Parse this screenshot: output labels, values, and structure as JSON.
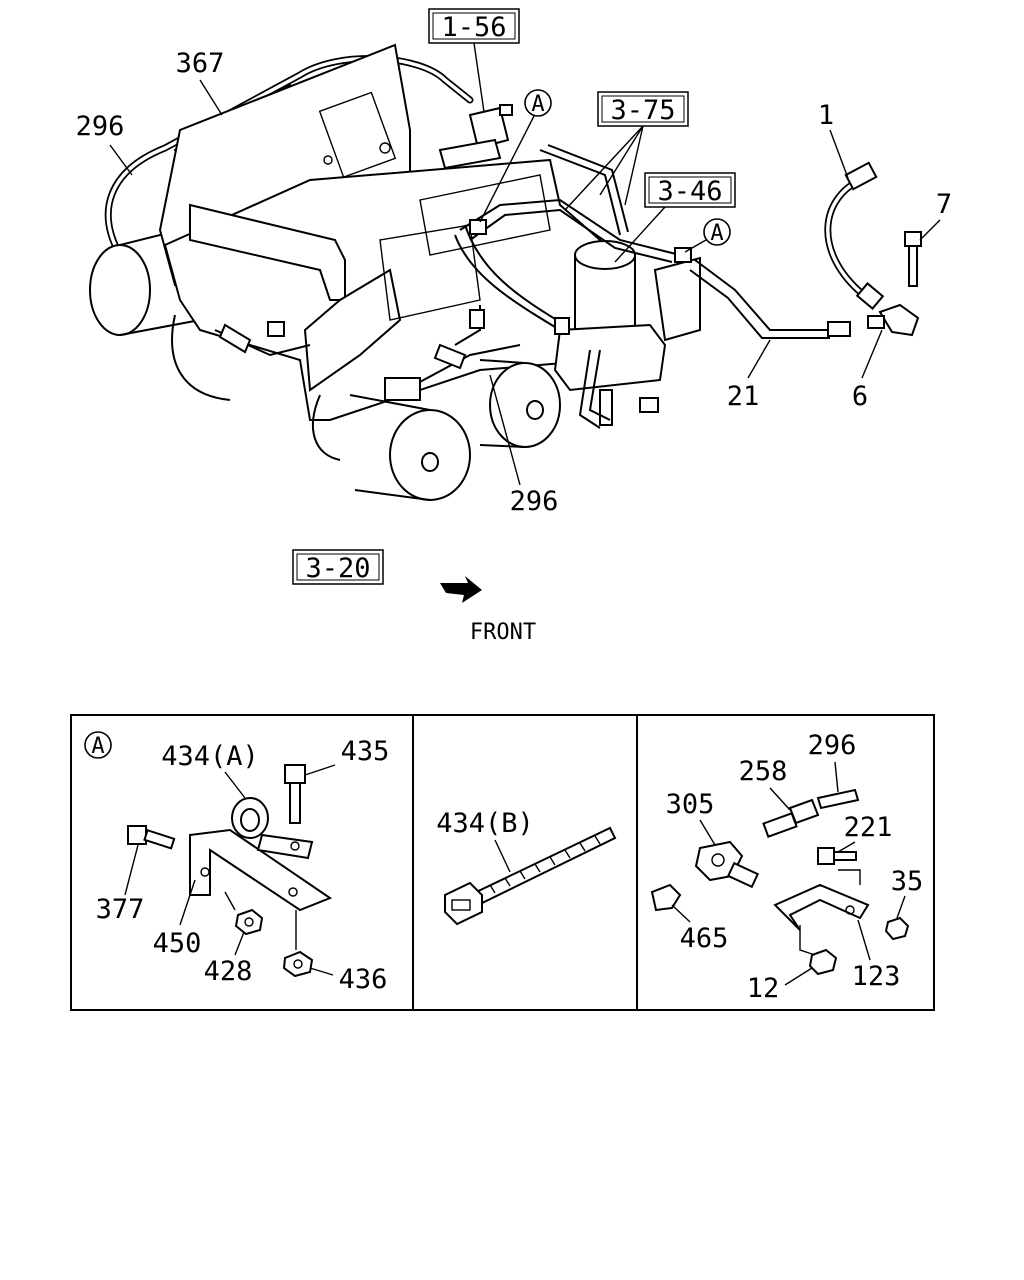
{
  "ref_boxes": {
    "r1_56": "1-56",
    "r3_75": "3-75",
    "r3_46": "3-46",
    "r3_20": "3-20"
  },
  "callout_marker": "A",
  "front_label": "FRONT",
  "main_labels": {
    "l367": "367",
    "l296_left": "296",
    "l1": "1",
    "l7": "7",
    "l21": "21",
    "l6": "6",
    "l296_bottom": "296"
  },
  "panel_a": {
    "marker": "A",
    "l434a": "434(A)",
    "l435": "435",
    "l377": "377",
    "l450": "450",
    "l428": "428",
    "l436": "436"
  },
  "panel_b": {
    "l434b": "434(B)"
  },
  "panel_c": {
    "l296": "296",
    "l258": "258",
    "l305": "305",
    "l221": "221",
    "l35": "35",
    "l465": "465",
    "l12": "12",
    "l123": "123"
  }
}
